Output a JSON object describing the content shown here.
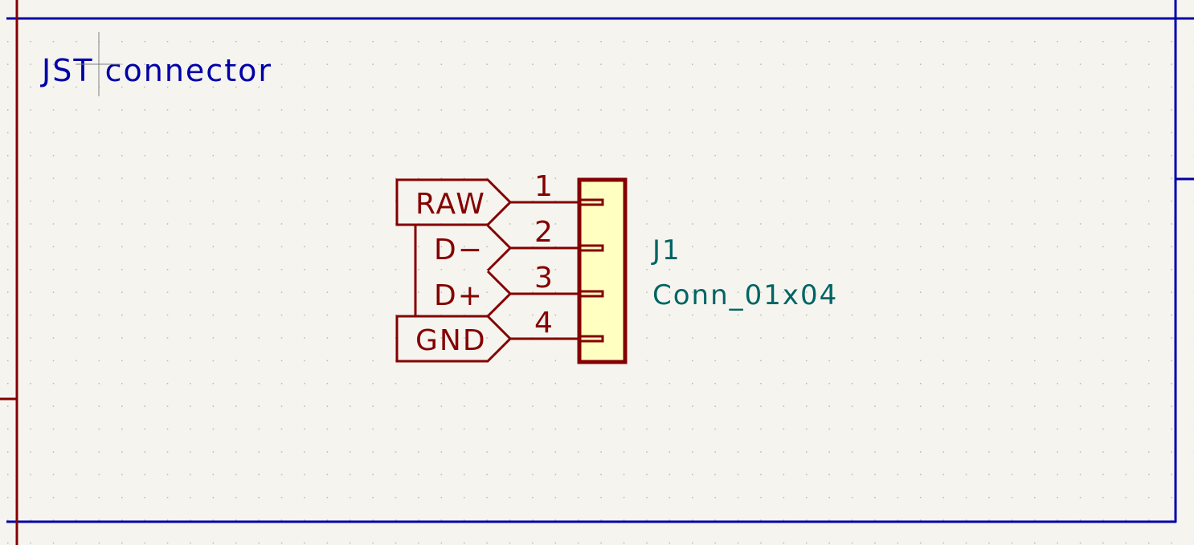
{
  "app": "schematic-editor",
  "sheet": {
    "title_text": "JST connector",
    "border_color": "#0000a8",
    "wire_color": "#840000",
    "background": "#f5f4ef",
    "grid_dot_color": "#b9b9b4"
  },
  "component": {
    "reference": "J1",
    "value": "Conn_01x04",
    "field_color": "#006464",
    "body_fill": "#ffffc2",
    "body_stroke": "#840000",
    "pins": [
      {
        "number": "1",
        "net_label": "RAW"
      },
      {
        "number": "2",
        "net_label": "D−"
      },
      {
        "number": "3",
        "net_label": "D+"
      },
      {
        "number": "4",
        "net_label": "GND"
      }
    ]
  },
  "cursor": {
    "type": "crosshair"
  }
}
